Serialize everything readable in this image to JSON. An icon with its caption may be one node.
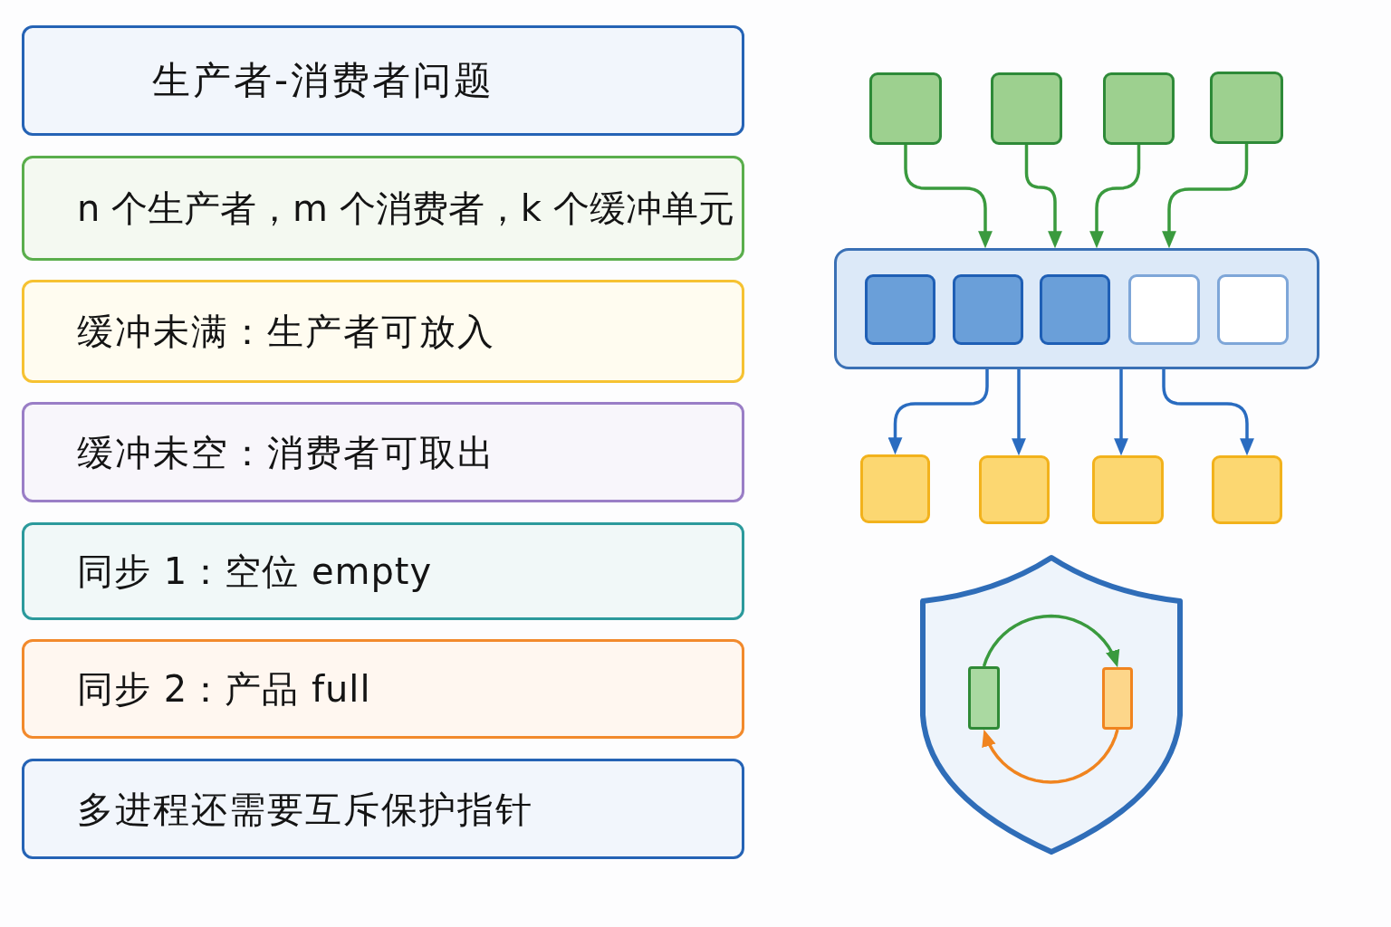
{
  "diagram": {
    "nodes": [
      {
        "text": [
          "生产者-消费者问题"
        ]
      },
      {
        "text": [
          "n 个生产者，m 个消费者，k 个缓冲单元"
        ]
      },
      {
        "text": [
          "缓冲未满：生产者可放入"
        ]
      },
      {
        "text": [
          "缓冲未空：消费者可取出"
        ]
      },
      {
        "text": [
          "同步 1：空位 empty"
        ]
      },
      {
        "text": [
          "同步 2：产品 full"
        ]
      },
      {
        "text": [
          "多进程还需要互斥保护指针"
        ]
      },
      {
        "text": [],
        "shape": "box"
      },
      {
        "text": [],
        "shape": "box"
      },
      {
        "text": [],
        "shape": "box"
      },
      {
        "text": [],
        "shape": "box"
      },
      {
        "text": [],
        "shape": "box"
      },
      {
        "text": [],
        "shape": "box",
        "in": 11
      },
      {
        "text": [],
        "shape": "box",
        "in": 11
      },
      {
        "text": [],
        "shape": "box",
        "in": 11
      },
      {
        "text": [],
        "shape": "box",
        "in": 11
      },
      {
        "text": [],
        "shape": "box",
        "in": 11
      },
      {
        "text": [],
        "shape": "box"
      },
      {
        "text": [],
        "shape": "box"
      },
      {
        "text": [],
        "shape": "box"
      },
      {
        "text": [],
        "shape": "box"
      },
      {
        "text": [],
        "shape": "shield"
      },
      {
        "text": [],
        "shape": "bar",
        "in": 21
      },
      {
        "text": [],
        "shape": "bar",
        "in": 21
      }
    ],
    "edges": [
      {
        "from": 7,
        "to": 11,
        "arrow": "to"
      },
      {
        "from": 8,
        "to": 11,
        "arrow": "to"
      },
      {
        "from": 9,
        "to": 11,
        "arrow": "to"
      },
      {
        "from": 10,
        "to": 11,
        "arrow": "to"
      },
      {
        "from": 11,
        "to": 17,
        "arrow": "to",
        "color": "#2a6cc0"
      },
      {
        "from": 11,
        "to": 18,
        "arrow": "to",
        "color": "#2a6cc0"
      },
      {
        "from": 11,
        "to": 19,
        "arrow": "to",
        "color": "#2a6cc0"
      },
      {
        "from": 11,
        "to": 20,
        "arrow": "to",
        "color": "#2a6cc0"
      },
      {
        "from": 22,
        "to": 23,
        "arrow": "to"
      },
      {
        "from": 23,
        "to": 22,
        "arrow": "to",
        "color": "#f0841f"
      }
    ]
  }
}
